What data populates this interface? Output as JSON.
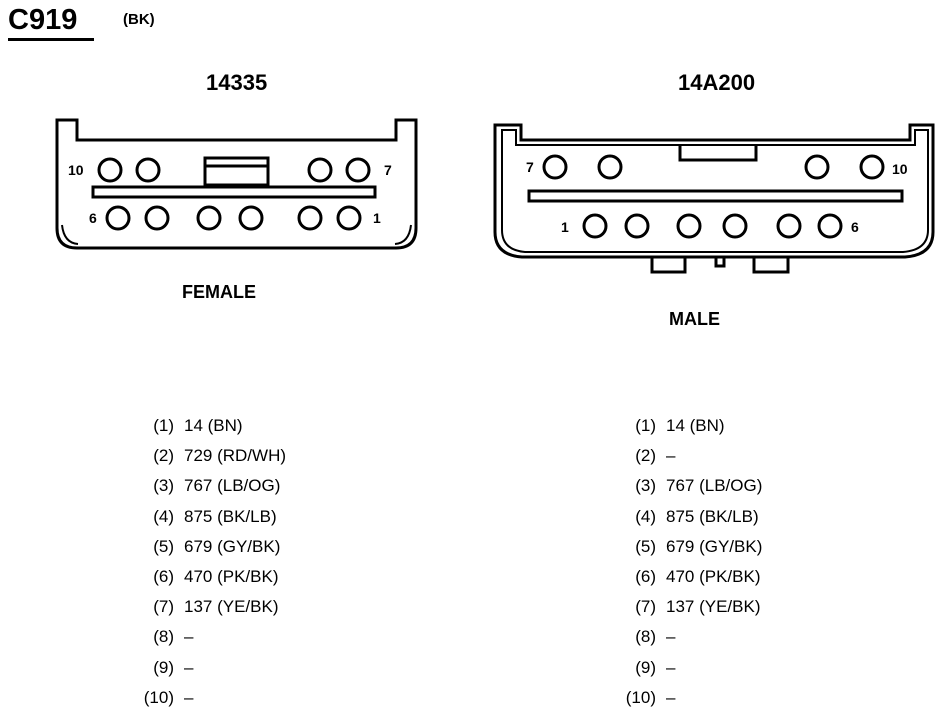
{
  "connector": {
    "id": "C919",
    "color": "(BK)"
  },
  "left_view": {
    "part_number": "14335",
    "gender": "FEMALE",
    "top_row_labels": [
      "10",
      "7"
    ],
    "bottom_row_labels": [
      "6",
      "1"
    ]
  },
  "right_view": {
    "part_number": "14A200",
    "gender": "MALE",
    "top_row_labels": [
      "7",
      "10"
    ],
    "bottom_row_labels": [
      "1",
      "6"
    ]
  },
  "left_pins": [
    {
      "pin": "(1)",
      "circuit": "14 (BN)"
    },
    {
      "pin": "(2)",
      "circuit": "729 (RD/WH)"
    },
    {
      "pin": "(3)",
      "circuit": "767 (LB/OG)"
    },
    {
      "pin": "(4)",
      "circuit": "875 (BK/LB)"
    },
    {
      "pin": "(5)",
      "circuit": "679 (GY/BK)"
    },
    {
      "pin": "(6)",
      "circuit": "470 (PK/BK)"
    },
    {
      "pin": "(7)",
      "circuit": "137 (YE/BK)"
    },
    {
      "pin": "(8)",
      "circuit": "–"
    },
    {
      "pin": "(9)",
      "circuit": "–"
    },
    {
      "pin": "(10)",
      "circuit": "–"
    }
  ],
  "right_pins": [
    {
      "pin": "(1)",
      "circuit": "14 (BN)"
    },
    {
      "pin": "(2)",
      "circuit": "–"
    },
    {
      "pin": "(3)",
      "circuit": "767 (LB/OG)"
    },
    {
      "pin": "(4)",
      "circuit": "875 (BK/LB)"
    },
    {
      "pin": "(5)",
      "circuit": "679 (GY/BK)"
    },
    {
      "pin": "(6)",
      "circuit": "470 (PK/BK)"
    },
    {
      "pin": "(7)",
      "circuit": "137 (YE/BK)"
    },
    {
      "pin": "(8)",
      "circuit": "–"
    },
    {
      "pin": "(9)",
      "circuit": "–"
    },
    {
      "pin": "(10)",
      "circuit": "–"
    }
  ]
}
